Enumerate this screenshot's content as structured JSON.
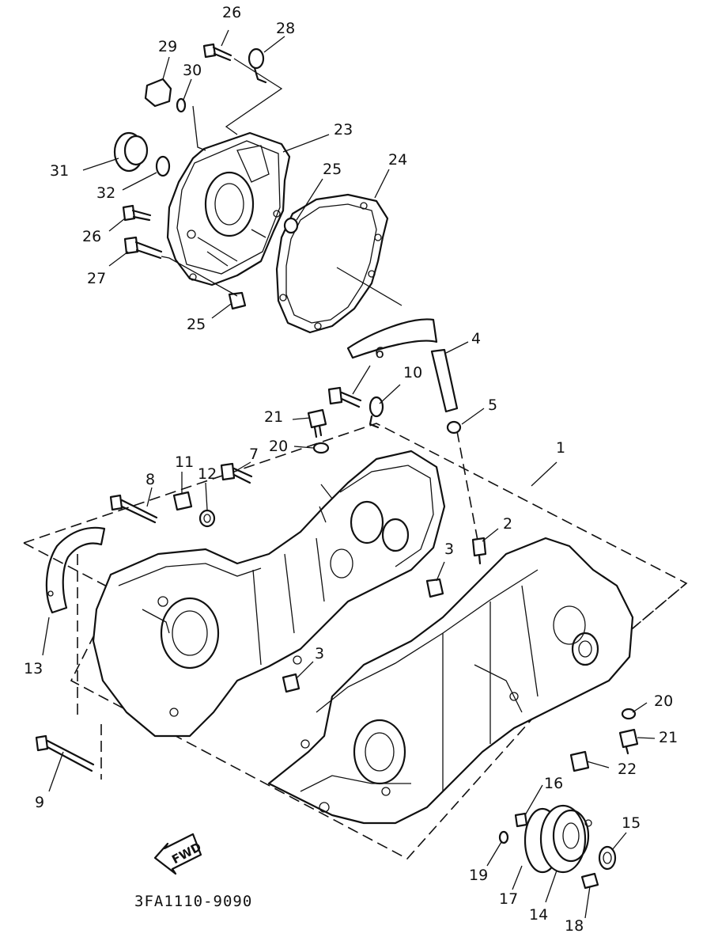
{
  "drawing_code": "3FA1110-9090",
  "fwd_label": "FWD",
  "callouts": {
    "c1": "1",
    "c2": "2",
    "c3a": "3",
    "c3b": "3",
    "c4": "4",
    "c5": "5",
    "c6": "6",
    "c7": "7",
    "c8": "8",
    "c9": "9",
    "c10": "10",
    "c11": "11",
    "c12": "12",
    "c13": "13",
    "c14": "14",
    "c15": "15",
    "c16": "16",
    "c17": "17",
    "c18": "18",
    "c19": "19",
    "c20a": "20",
    "c20b": "20",
    "c21a": "21",
    "c21b": "21",
    "c22": "22",
    "c23": "23",
    "c24": "24",
    "c25a": "25",
    "c25b": "25",
    "c26a": "26",
    "c26b": "26",
    "c27": "27",
    "c28": "28",
    "c29": "29",
    "c30": "30",
    "c31": "31",
    "c32": "32"
  }
}
